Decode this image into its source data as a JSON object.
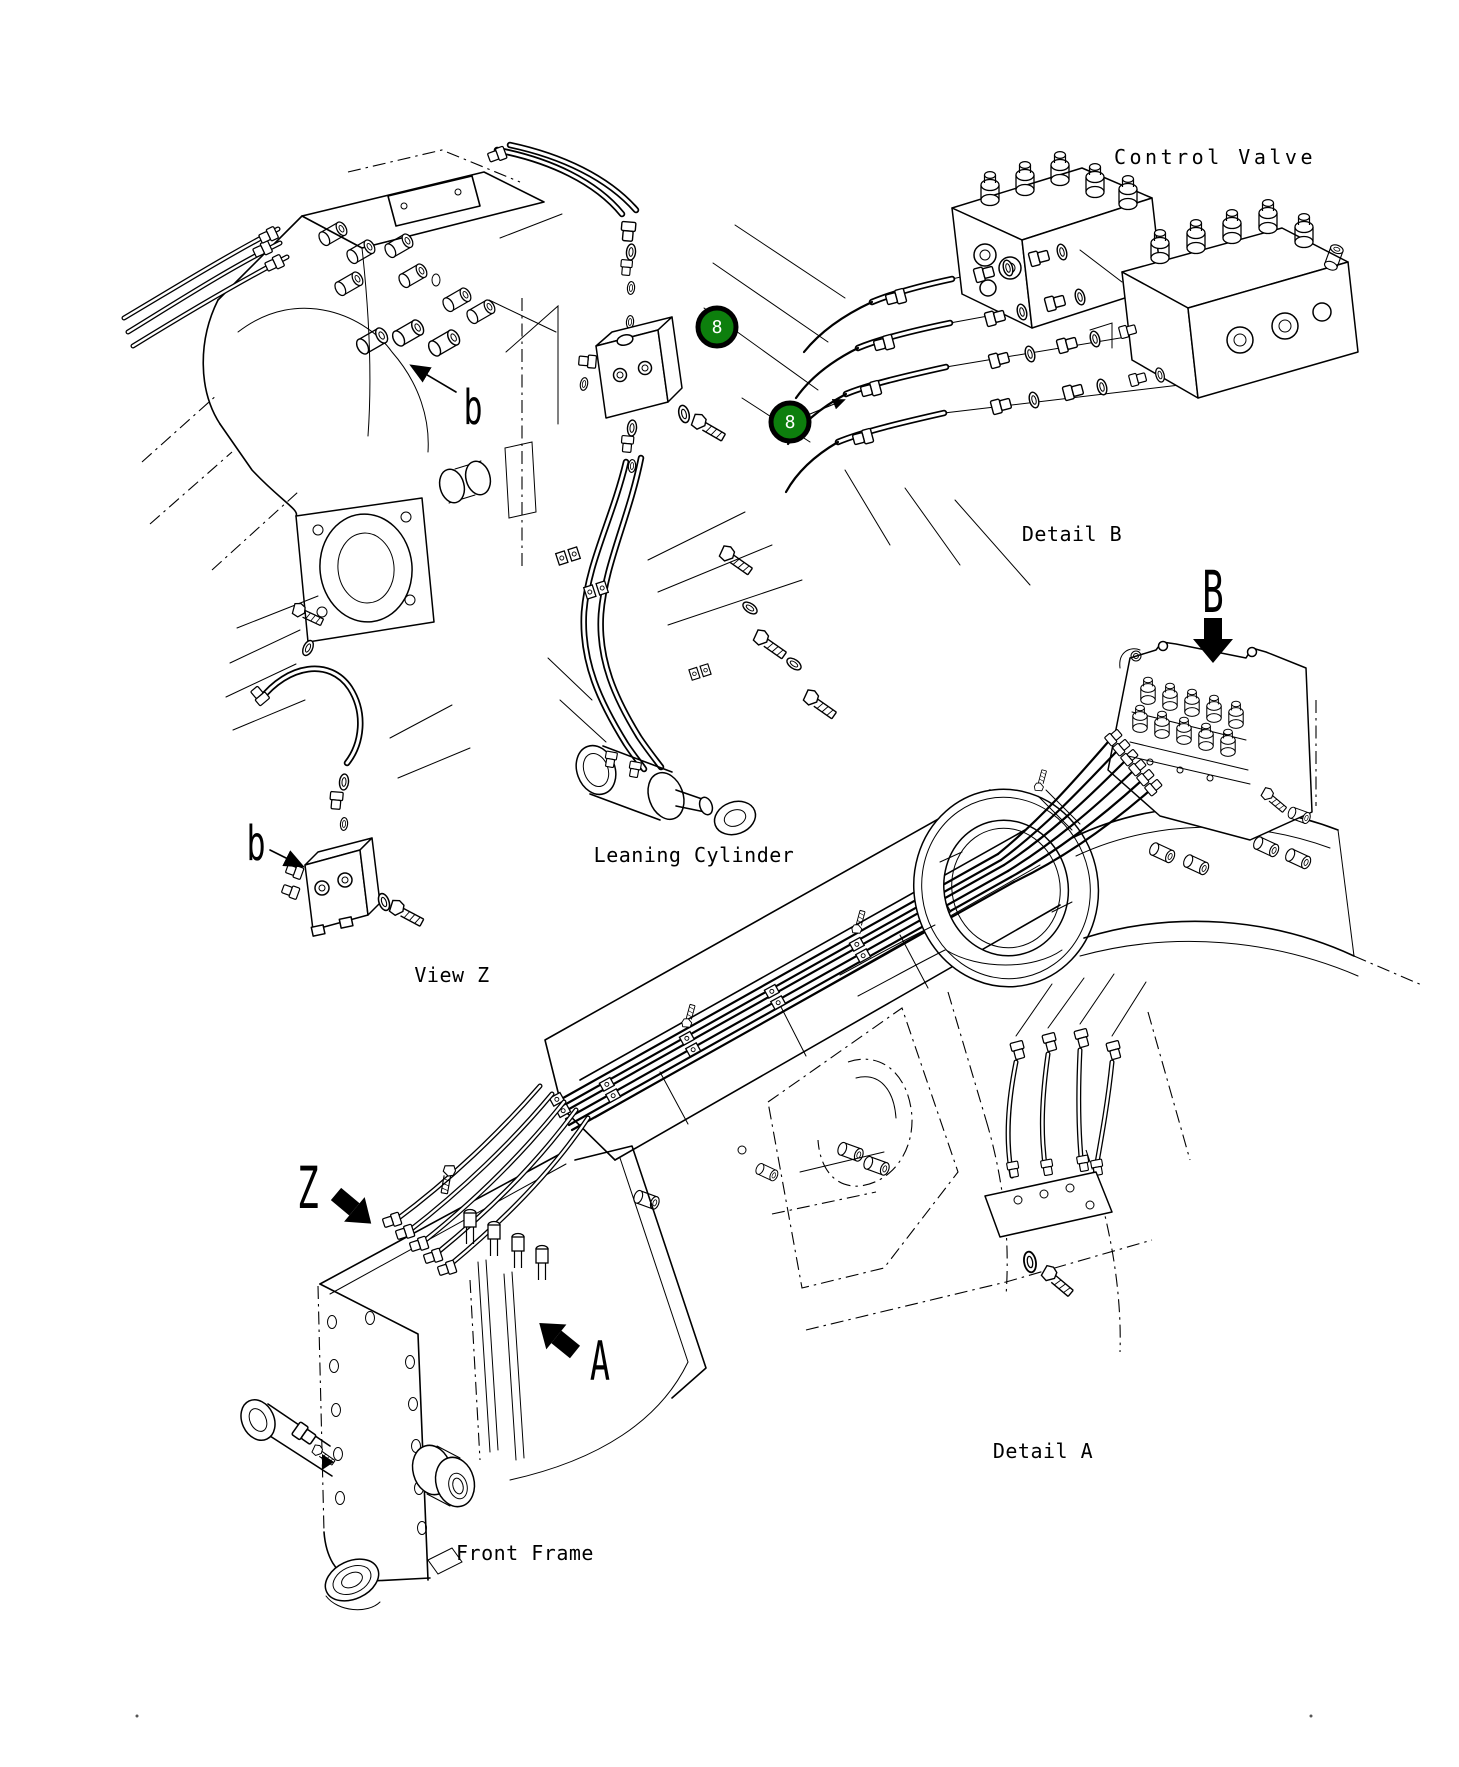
{
  "labels": {
    "control_valve": "Control Valve",
    "detail_b": "Detail B",
    "view_z": "View Z",
    "leaning_cylinder": "Leaning Cylinder",
    "detail_a": "Detail A",
    "front_frame": "Front Frame"
  },
  "markers": {
    "view_b": "B",
    "view_z": "Z",
    "view_a": "A",
    "b_upper": "b",
    "b_lower": "b"
  },
  "callouts": {
    "upper": {
      "number": "8"
    },
    "lower": {
      "number": "8"
    }
  },
  "colors": {
    "background": "#ffffff",
    "ink": "#000000",
    "callout_fill": "#0d7f0d",
    "callout_ring": "#000000",
    "callout_text": "#ffffff"
  }
}
